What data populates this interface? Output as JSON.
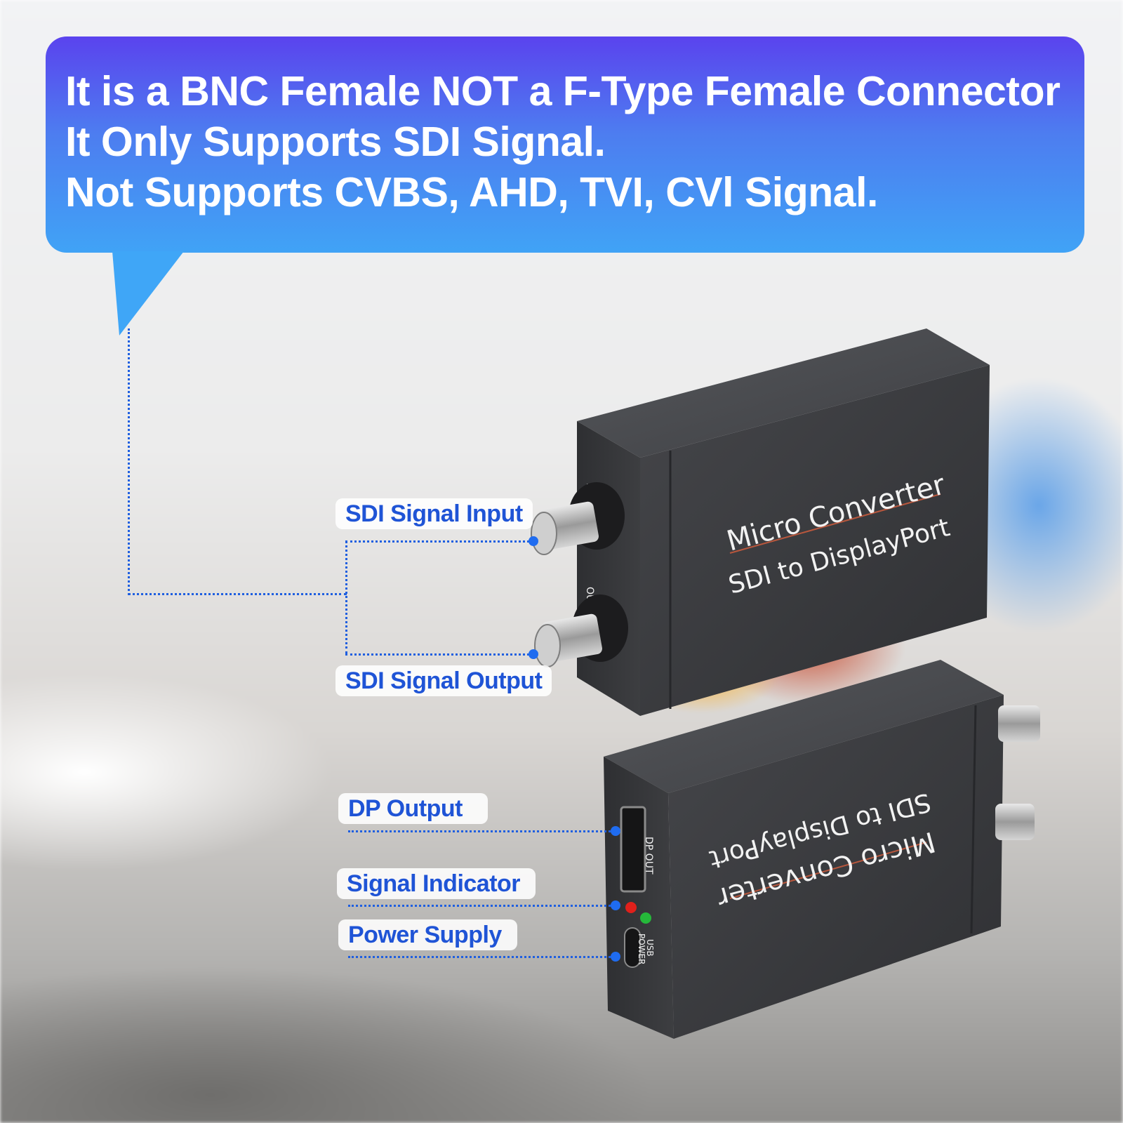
{
  "banner": {
    "line1": "It is a BNC Female NOT a F-Type Female Connector",
    "line2": "It Only Supports SDI Signal.",
    "line3": "Not Supports CVBS, AHD, TVI, CVl Signal."
  },
  "labels": {
    "sdi_input": "SDI Signal Input",
    "sdi_output": "SDI Signal Output",
    "dp_output": "DP Output",
    "signal_indicator": "Signal Indicator",
    "power_supply": "Power Supply"
  },
  "device": {
    "title": "Micro Converter",
    "subtitle": "SDI to DisplayPort",
    "port_in": "IN",
    "port_out": "OUT",
    "dp_out": "DP OUT",
    "usb_power_line1": "USB",
    "usb_power_line2": "POWER"
  },
  "colors": {
    "banner_top": "#5a43ee",
    "banner_bottom": "#40a3f6",
    "label_text": "#1f54d6",
    "connector_line": "#1f5fe0",
    "device_body": "#3b3c3f",
    "led_red": "#e0201b",
    "led_green": "#25b83a"
  }
}
